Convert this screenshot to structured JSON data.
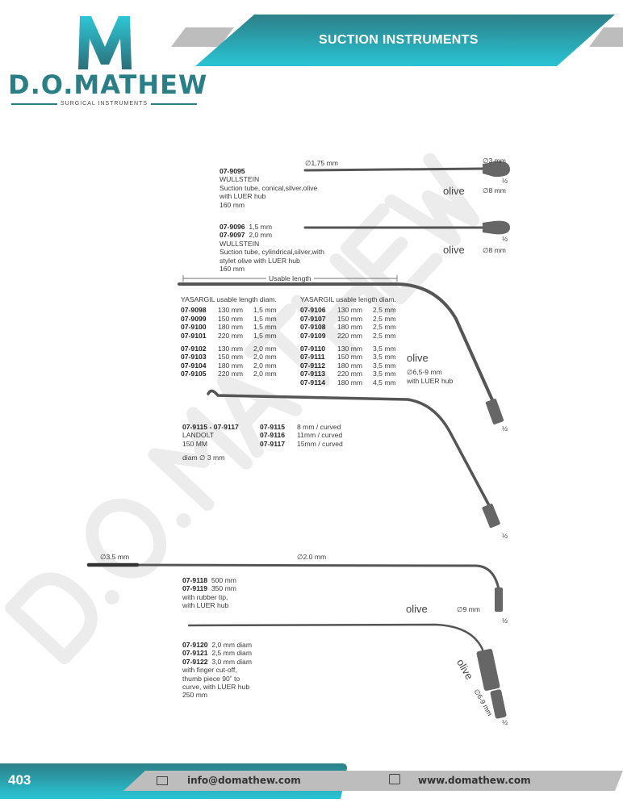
{
  "brand": {
    "name": "D.O.MATHEW",
    "tagline": "SURGICAL INSTRUMENTS",
    "watermark": "D.O. MATHEW"
  },
  "header": {
    "title": "SUCTION INSTRUMENTS"
  },
  "footer": {
    "page": "403",
    "email": "info@domathew.com",
    "website": "www.domathew.com",
    "colors": {
      "teal": "#29b8c8",
      "gray": "#bdbdbd"
    }
  },
  "wullstein1": {
    "code": "07-9095",
    "name": "WULLSTEIN",
    "desc1": "Suction tube, conical,silver,olive",
    "desc2": "with LUER hub",
    "length": "160 mm",
    "d_tube": "∅1,75 mm",
    "d_tip": "∅3 mm",
    "scale": "½",
    "olive": "olive",
    "d_olive": "∅8 mm"
  },
  "wullstein2": {
    "codes": [
      {
        "code": "07-9096",
        "size": "1,5 mm"
      },
      {
        "code": "07-9097",
        "size": "2,0 mm"
      }
    ],
    "name": "WULLSTEIN",
    "desc1": "Suction tube, cylindrical,silver,with",
    "desc2": "stylet olive with LUER hub",
    "length": "160 mm",
    "scale": "½",
    "olive": "olive",
    "d_olive": "∅8 mm"
  },
  "yasargil": {
    "usable": "Usable length",
    "header": "YASARGIL usable length diam.",
    "left": [
      [
        "07-9098",
        "130 mm",
        "1,5 mm"
      ],
      [
        "07-9099",
        "150 mm",
        "1,5 mm"
      ],
      [
        "07-9100",
        "180 mm",
        "1,5 mm"
      ],
      [
        "07-9101",
        "220 mm",
        "1,5 mm"
      ],
      [
        "07-9102",
        "130 mm",
        "2,0 mm"
      ],
      [
        "07-9103",
        "150 mm",
        "2,0 mm"
      ],
      [
        "07-9104",
        "180 mm",
        "2,0 mm"
      ],
      [
        "07-9105",
        "220 mm",
        "2,0 mm"
      ]
    ],
    "right": [
      [
        "07-9106",
        "130 mm",
        "2,5 mm"
      ],
      [
        "07-9107",
        "150 mm",
        "2,5 mm"
      ],
      [
        "07-9108",
        "180 mm",
        "2,5 mm"
      ],
      [
        "07-9109",
        "220 mm",
        "2,5 mm"
      ],
      [
        "07-9110",
        "130 mm",
        "3,5 mm"
      ],
      [
        "07-9111",
        "150 mm",
        "3,5 mm"
      ],
      [
        "07-9112",
        "180 mm",
        "3,5 mm"
      ],
      [
        "07-9113",
        "220 mm",
        "3,5 mm"
      ],
      [
        "07-9114",
        "180 mm",
        "4,5 mm"
      ]
    ],
    "olive": "olive",
    "d_olive": "∅6,5-9 mm",
    "hub": "with LUER hub",
    "scale": "½"
  },
  "landolt": {
    "range": "07-9115 - 07-9117",
    "name": "LANDOLT",
    "length": "150 MM",
    "diam": "diam ∅ 3 mm",
    "items": [
      [
        "07-9115",
        "8 mm / curved"
      ],
      [
        "07-9116",
        "11mm / curved"
      ],
      [
        "07-9117",
        "15mm / curved"
      ]
    ],
    "scale": "½"
  },
  "long": {
    "d_tip": "∅3.5 mm",
    "d_tube": "∅2.0 mm",
    "items": [
      [
        "07-9118",
        "500 mm"
      ],
      [
        "07-9119",
        "350 mm"
      ]
    ],
    "desc1": "with rubber tip,",
    "desc2": "with LUER hub",
    "olive": "olive",
    "d_olive": "∅9 mm",
    "scale": "½"
  },
  "finger": {
    "items": [
      [
        "07-9120",
        "2,0 mm  diam"
      ],
      [
        "07-9121",
        "2,5 mm  diam"
      ],
      [
        "07-9122",
        "3,0 mm  diam"
      ]
    ],
    "desc1": "with finger cut-off,",
    "desc2": "thumb piece 90˚ to",
    "desc3": "curve, with LUER hub",
    "length": "250 mm",
    "olive": "olive",
    "d_olive": "∅6-9 mm",
    "scale": "½"
  }
}
